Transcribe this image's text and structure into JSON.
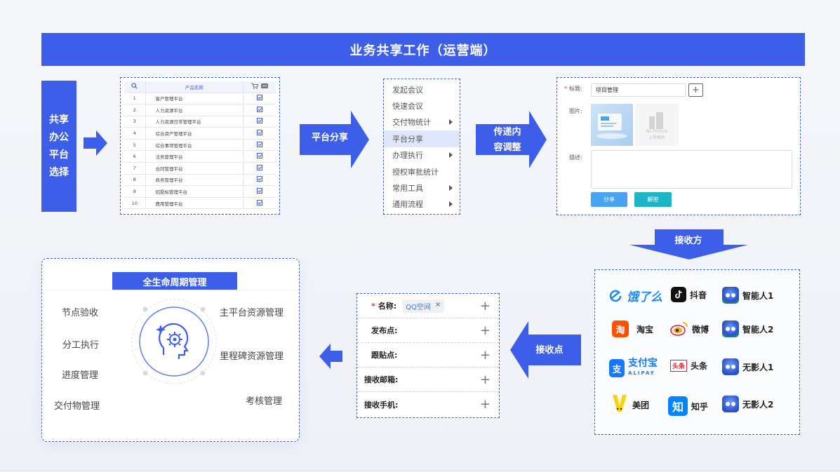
{
  "banner": {
    "title": "业务共享工作（运营端）"
  },
  "sidebar": {
    "lines": [
      "共享",
      "办公",
      "平台",
      "选择"
    ]
  },
  "arrows": {
    "share": "平台分享",
    "transfer_line1": "传递内",
    "transfer_line2": "容调整",
    "receiver": "接收方",
    "receive_point": "接收点"
  },
  "product_table": {
    "header": {
      "search": "search-icon",
      "name": "产品名称"
    },
    "rows": [
      {
        "no": "1",
        "name": "客户管理平台"
      },
      {
        "no": "2",
        "name": "人力资源平台"
      },
      {
        "no": "3",
        "name": "人力资源日常管理平台"
      },
      {
        "no": "4",
        "name": "综合资产管理平台"
      },
      {
        "no": "5",
        "name": "综合事项管理平台"
      },
      {
        "no": "6",
        "name": "法务管理平台"
      },
      {
        "no": "7",
        "name": "合同管理平台"
      },
      {
        "no": "8",
        "name": "商务管理平台"
      },
      {
        "no": "9",
        "name": "招投标管理平台"
      },
      {
        "no": "10",
        "name": "费用管理平台"
      }
    ]
  },
  "menu": {
    "items": [
      {
        "label": "发起会议",
        "submenu": false
      },
      {
        "label": "快速会议",
        "submenu": false
      },
      {
        "label": "交付物统计",
        "submenu": true
      },
      {
        "label": "平台分享",
        "submenu": false,
        "active": true
      },
      {
        "label": "办理执行",
        "submenu": true
      },
      {
        "label": "授权审批统计",
        "submenu": false
      },
      {
        "label": "常用工具",
        "submenu": true
      },
      {
        "label": "通用流程",
        "submenu": true
      }
    ]
  },
  "share_form": {
    "required_mark": "*",
    "title_label": "标题:",
    "title_value": "项目管理",
    "add": "+",
    "image_label": "图片:",
    "no_picture_line1": "No Picture",
    "no_picture_line2": "上传图片",
    "desc_label": "描述:",
    "share_button": "分享",
    "decrypt_button": "解密"
  },
  "apps": {
    "eleme": "饿了么",
    "douyin": "抖音",
    "robot1": "智能人1",
    "taobao_logo": "淘",
    "taobao": "淘宝",
    "weibo": "微博",
    "robot2": "智能人2",
    "alipay_logo": "支",
    "alipay": "支付宝",
    "alipay_sub": "ALIPAY",
    "toutiao_logo": "头条",
    "toutiao": "头条",
    "drone1": "无影人1",
    "meituan": "美团",
    "zhihu_logo": "知",
    "zhihu": "知乎",
    "drone2": "无影人2"
  },
  "receive_form": {
    "required_mark": "*",
    "name_label": "名称:",
    "tag": "QQ空间",
    "tag_close": "×",
    "publish_label": "发布点:",
    "paste_label": "跟贴点:",
    "email_label": "接收邮箱:",
    "phone_label": "接收手机:",
    "plus": "+"
  },
  "lifecycle": {
    "title": "全生命周期管理",
    "left": [
      "节点验收",
      "分工执行",
      "进度管理",
      "交付物管理"
    ],
    "right": [
      "主平台资源管理",
      "里程碑资源管理",
      "考核管理"
    ]
  },
  "colors": {
    "primary": "#3c5ee8",
    "teal": "#1fb5c9",
    "light_blue": "#4aa3f0"
  }
}
